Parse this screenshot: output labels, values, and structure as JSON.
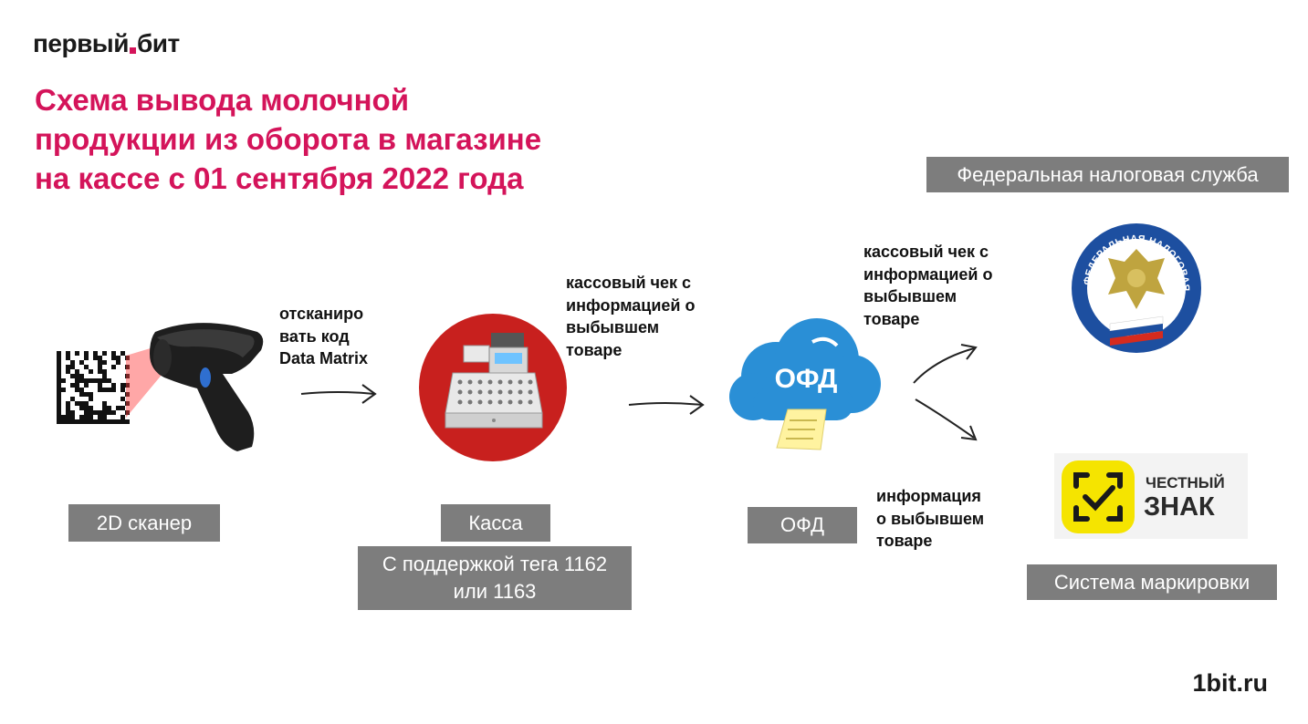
{
  "brand": {
    "logo_left": "первый",
    "logo_right": "бит",
    "site": "1bit.ru"
  },
  "title": {
    "line1": "Схема вывода молочной",
    "line2": "продукции из оборота в магазине",
    "line3": "на кассе с 01 сентября 2022 года"
  },
  "labels": {
    "scanner": "2D сканер",
    "kassa": "Касса",
    "kassa_note_line1": "С поддержкой тега 1162",
    "kassa_note_line2": "или 1163",
    "ofd": "ОФД",
    "fns": "Федеральная налоговая служба",
    "marking": "Система маркировки"
  },
  "notes": {
    "scan": [
      "отсканиро",
      "вать код",
      "Data Matrix"
    ],
    "receipt1": [
      "кассовый чек с",
      "информацией о",
      "выбывшем",
      "товаре"
    ],
    "receipt2": [
      "кассовый чек с",
      "информацией о",
      "выбывшем",
      "товаре"
    ],
    "info": [
      "информация",
      "о выбывшем",
      "товаре"
    ]
  },
  "icons": {
    "cloud_text": "ОФД",
    "fns_seal_text": "ФЕДЕРАЛЬНАЯ НАЛОГОВАЯ СЛУЖБА",
    "cz_line1": "ЧЕСТНЫЙ",
    "cz_line2": "ЗНАК"
  },
  "colors": {
    "accent": "#d4145a",
    "label_bg": "#7d7d7d",
    "kassa_circle": "#c8201e",
    "cloud": "#2a8fd6",
    "cz_yellow": "#f5e400"
  }
}
